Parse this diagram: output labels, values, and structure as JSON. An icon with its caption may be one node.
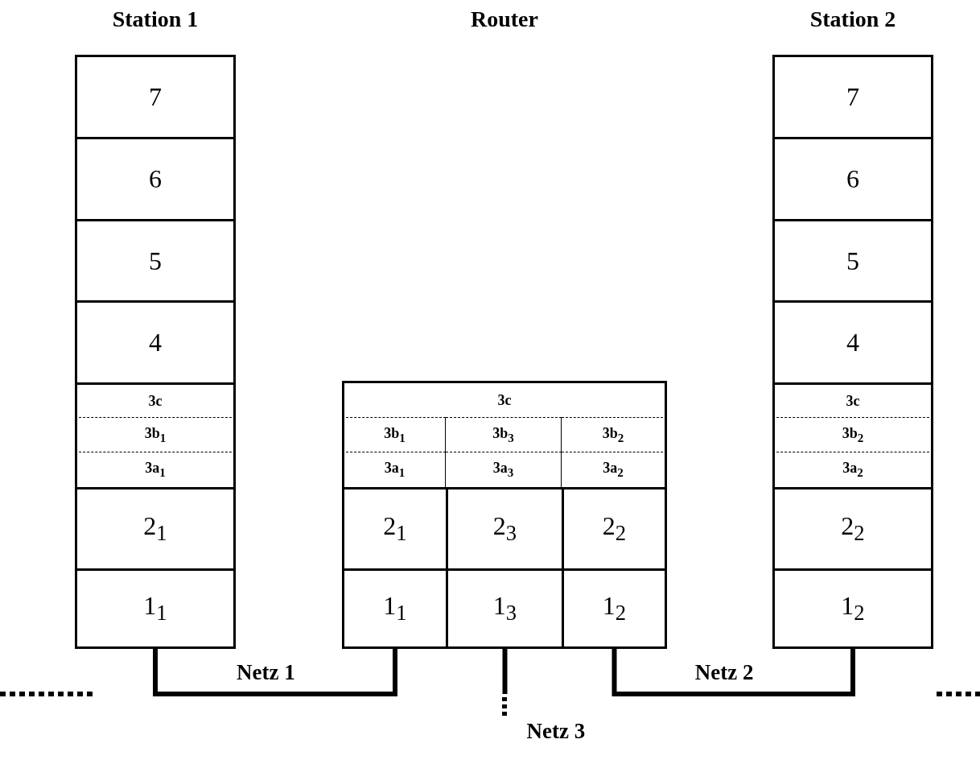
{
  "diagram": {
    "nodes": [
      {
        "text": [
          "Station 1"
        ]
      },
      {
        "text": [
          "7"
        ],
        "in": 0
      },
      {
        "text": [
          "6"
        ],
        "in": 0
      },
      {
        "text": [
          "5"
        ],
        "in": 0
      },
      {
        "text": [
          "4"
        ],
        "in": 0
      },
      {
        "text": [
          "3c"
        ],
        "in": 0
      },
      {
        "text": [
          "3b$_{1}$"
        ],
        "in": 0
      },
      {
        "text": [
          "3a$_{1}$"
        ],
        "in": 0
      },
      {
        "text": [
          "2$_{1}$"
        ],
        "in": 0
      },
      {
        "text": [
          "1$_{1}$"
        ],
        "in": 0
      },
      {
        "text": [
          "Router"
        ]
      },
      {
        "text": [
          "3c"
        ],
        "in": 10
      },
      {
        "text": [
          "3b$_{1}$"
        ],
        "in": 10
      },
      {
        "text": [
          "3b$_{3}$"
        ],
        "in": 10
      },
      {
        "text": [
          "3b$_{2}$"
        ],
        "in": 10
      },
      {
        "text": [
          "3a$_{1}$"
        ],
        "in": 10
      },
      {
        "text": [
          "3a$_{3}$"
        ],
        "in": 10
      },
      {
        "text": [
          "3a$_{2}$"
        ],
        "in": 10
      },
      {
        "text": [
          "2$_{1}$"
        ],
        "in": 10
      },
      {
        "text": [
          "2$_{3}$"
        ],
        "in": 10
      },
      {
        "text": [
          "2$_{2}$"
        ],
        "in": 10
      },
      {
        "text": [
          "1$_{1}$"
        ],
        "in": 10
      },
      {
        "text": [
          "1$_{3}$"
        ],
        "in": 10
      },
      {
        "text": [
          "1$_{2}$"
        ],
        "in": 10
      },
      {
        "text": [
          "Station 2"
        ]
      },
      {
        "text": [
          "7"
        ],
        "in": 24
      },
      {
        "text": [
          "6"
        ],
        "in": 24
      },
      {
        "text": [
          "5"
        ],
        "in": 24
      },
      {
        "text": [
          "4"
        ],
        "in": 24
      },
      {
        "text": [
          "3c"
        ],
        "in": 24
      },
      {
        "text": [
          "3b$_{2}$"
        ],
        "in": 24
      },
      {
        "text": [
          "3a$_{2}$"
        ],
        "in": 24
      },
      {
        "text": [
          "2$_{2}$"
        ],
        "in": 24
      },
      {
        "text": [
          "1$_{2}$"
        ],
        "in": 24
      }
    ],
    "edges": [
      {
        "from": 9,
        "to": 21,
        "arrow": "none",
        "label": "Netz 1"
      },
      {
        "from": 23,
        "to": 33,
        "arrow": "none",
        "label": "Netz 2"
      },
      {
        "from": 22,
        "to": null,
        "arrow": "none",
        "label": "Netz 3"
      }
    ]
  }
}
